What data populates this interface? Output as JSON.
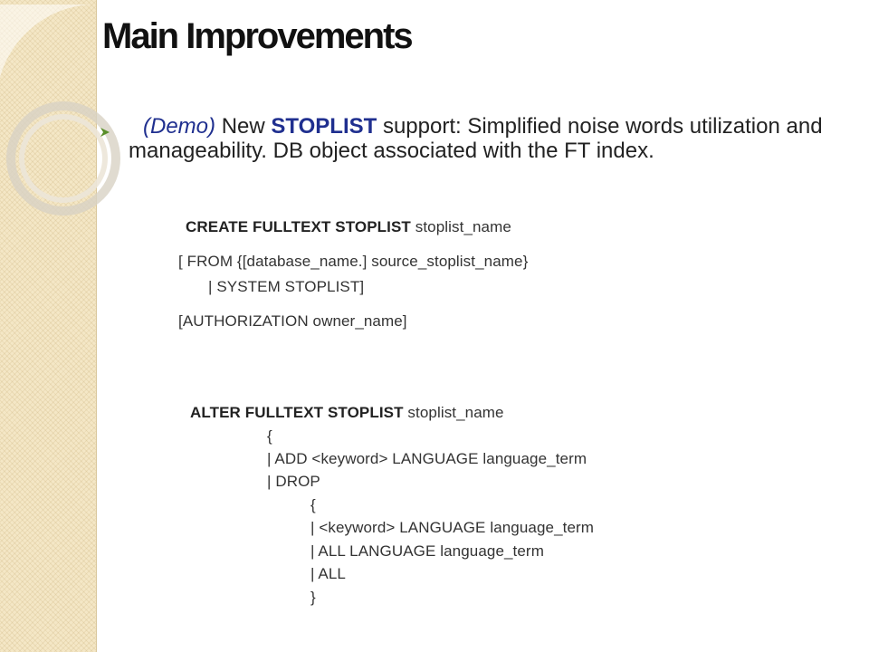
{
  "title": "Main Improvements",
  "intro": {
    "demo": "(Demo)",
    "new_word": "New",
    "keyword": "STOPLIST",
    "rest": "support: Simplified noise words utilization and manageability. DB object associated with the FT index."
  },
  "create": {
    "keyword": "CREATE FULLTEXT STOPLIST",
    "name": "stoplist_name",
    "line2": "[ FROM {[database_name.] source_stoplist_name}",
    "line3": "| SYSTEM STOPLIST]",
    "line4": "[AUTHORIZATION owner_name]"
  },
  "alter": {
    "keyword": "ALTER FULLTEXT STOPLIST",
    "name": "stoplist_name",
    "lines": [
      "{",
      "| ADD <keyword> LANGUAGE language_term",
      "| DROP",
      "{",
      "| <keyword> LANGUAGE language_term",
      "| ALL LANGUAGE language_term",
      "| ALL",
      "}"
    ]
  },
  "colors": {
    "accent_blue": "#1f2f8f",
    "bullet_green": "#5a8f2a",
    "sidebar": "#f4e7c6"
  }
}
